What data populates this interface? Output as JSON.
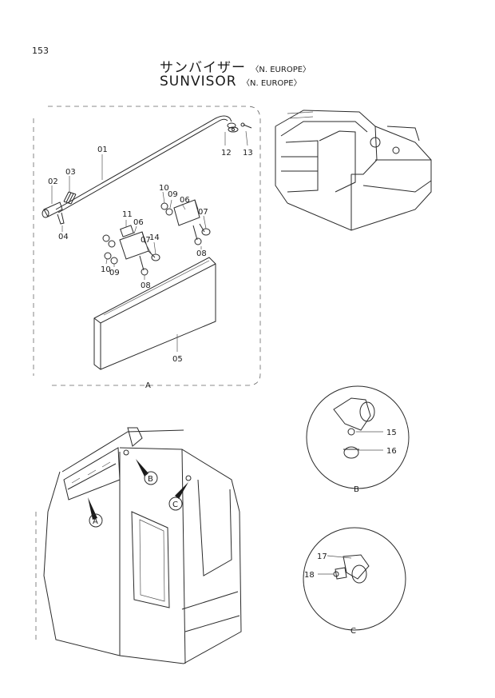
{
  "page_number": "153",
  "title_jp": "サンバイザー",
  "title_jp_region": "〈N. EUROPE〉",
  "title_en": "SUNVISOR",
  "title_en_region": "〈N. EUROPE〉",
  "detail_view_label": "A",
  "part_numbers": {
    "p01": "01",
    "p02": "02",
    "p03": "03",
    "p04": "04",
    "p05": "05",
    "p06a": "06",
    "p06b": "06",
    "p07a": "07",
    "p07b": "07",
    "p08a": "08",
    "p08b": "08",
    "p09a": "09",
    "p09b": "09",
    "p10a": "10",
    "p10b": "10",
    "p11": "11",
    "p12": "12",
    "p13": "13",
    "p14": "14",
    "p15": "15",
    "p16": "16",
    "p17": "17",
    "p18": "18"
  },
  "callouts": {
    "a": "A",
    "b": "B",
    "c": "C"
  },
  "detail_circle_labels": {
    "b": "B",
    "c": "C"
  }
}
